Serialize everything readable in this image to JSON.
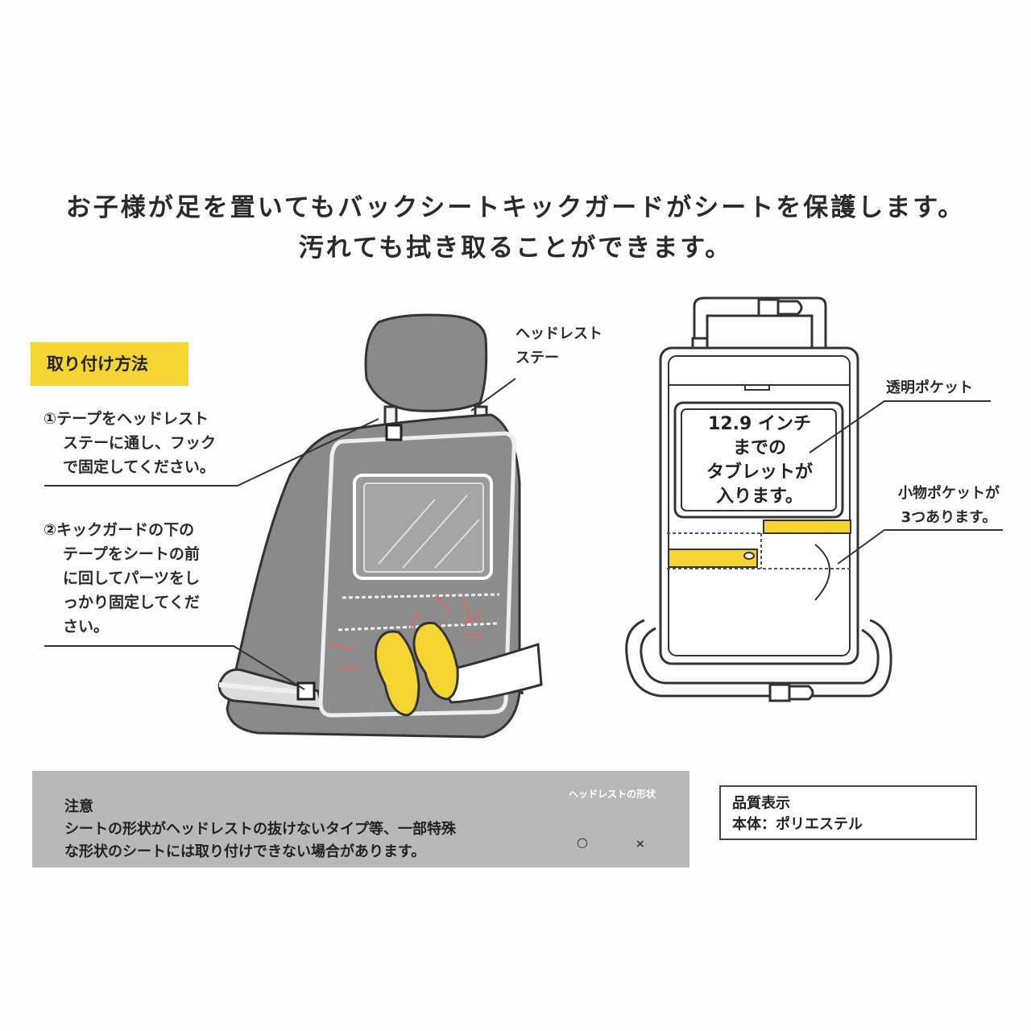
{
  "headline": {
    "line1": "お子様が足を置いてもバックシートキックガードがシートを保護します。",
    "line2": "汚れても拭き取ることができます。"
  },
  "install": {
    "title": "取り付け方法",
    "step1": [
      "①テープをヘッドレスト",
      "ステーに通し、フック",
      "で固定してください。"
    ],
    "step2": [
      "②キックガードの下の",
      "テープをシートの前",
      "に回してパーツをし",
      "っかり固定してくだ",
      "さい。"
    ]
  },
  "callouts": {
    "headrest_stay": [
      "ヘッドレスト",
      "ステー"
    ],
    "clear_pocket": "透明ポケット",
    "tablet": [
      "12.9 インチ",
      "までの",
      "タブレットが",
      "入ります。"
    ],
    "small_pocket": [
      "小物ポケットが",
      "3つあります。"
    ]
  },
  "notice": {
    "title": "注意",
    "lines": [
      "シートの形状がヘッドレストの抜けないタイプ等、一部特殊",
      "な形状のシートには取り付けできない場合があります。"
    ],
    "headrest_shape_label": "ヘッドレストの形状",
    "ok_mark": "○",
    "ng_mark": "×"
  },
  "quality": {
    "title": "品質表示",
    "body": "本体：ポリエステル"
  },
  "colors": {
    "accent_yellow": "#f3d431",
    "seat_gray": "#8a8a8a",
    "notice_gray": "#b8b8b8",
    "kick_lines_red": "#e0655a"
  }
}
